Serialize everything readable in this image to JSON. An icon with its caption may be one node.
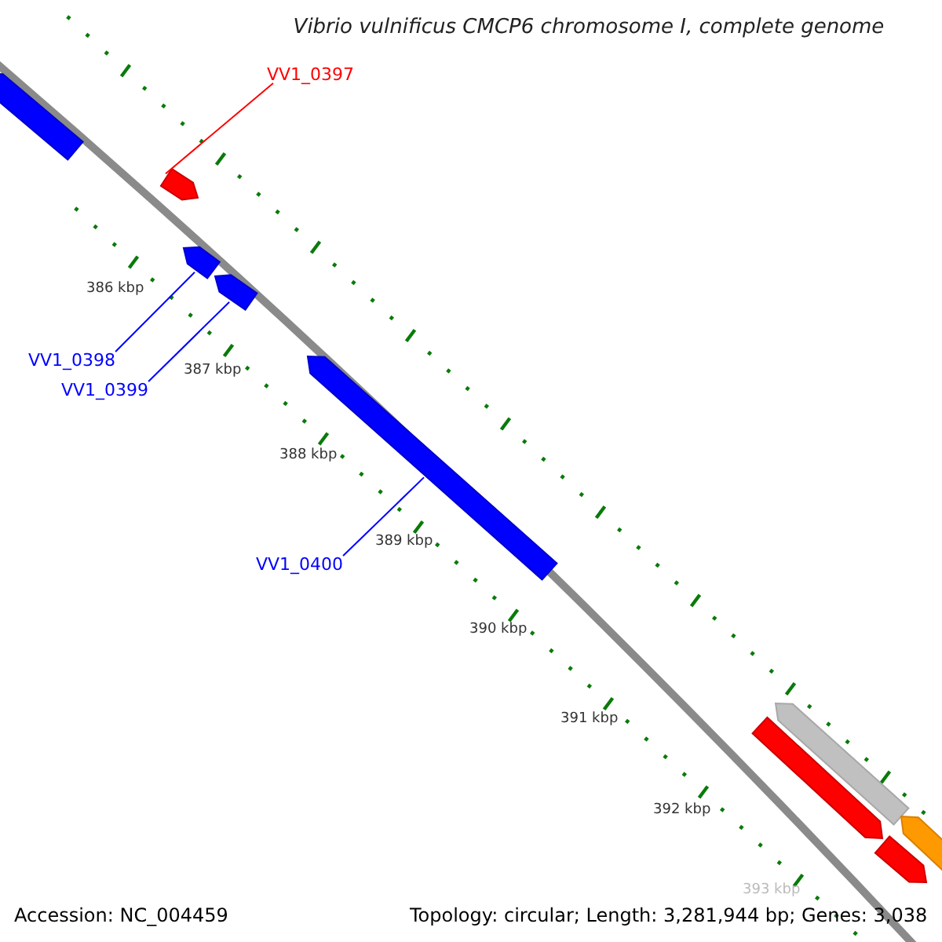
{
  "diagram": {
    "title": "Vibrio vulnificus CMCP6 chromosome I, complete genome",
    "nodes": [
      {
        "text": [
          "VV1_0397"
        ]
      },
      {
        "text": [],
        "shape": "bar"
      },
      {
        "text": [
          "VV1_0398"
        ]
      },
      {
        "text": [],
        "shape": "bar"
      },
      {
        "text": [
          "VV1_0399"
        ]
      },
      {
        "text": [],
        "shape": "bar"
      },
      {
        "text": [
          "VV1_0400"
        ]
      },
      {
        "text": [],
        "shape": "bar"
      },
      {
        "text": [],
        "shape": "bar"
      },
      {
        "text": [],
        "shape": "bar"
      },
      {
        "text": [],
        "shape": "bar"
      },
      {
        "text": [],
        "shape": "bar"
      },
      {
        "text": [],
        "shape": "bar"
      }
    ],
    "edges": [
      {
        "from": 0,
        "to": 1,
        "arrow": "none",
        "color": "#ff0000"
      },
      {
        "from": 2,
        "to": 3,
        "arrow": "none"
      },
      {
        "from": 4,
        "to": 5,
        "arrow": "none"
      },
      {
        "from": 6,
        "to": 7,
        "arrow": "none"
      }
    ],
    "labels": [
      "386 kbp",
      "387 kbp",
      "388 kbp",
      "389 kbp",
      "390 kbp",
      "391 kbp",
      "392 kbp",
      "393 kbp",
      "Accession: NC_004459",
      "Topology: circular; Length: 3,281,944 bp; Genes: 3,038"
    ]
  }
}
